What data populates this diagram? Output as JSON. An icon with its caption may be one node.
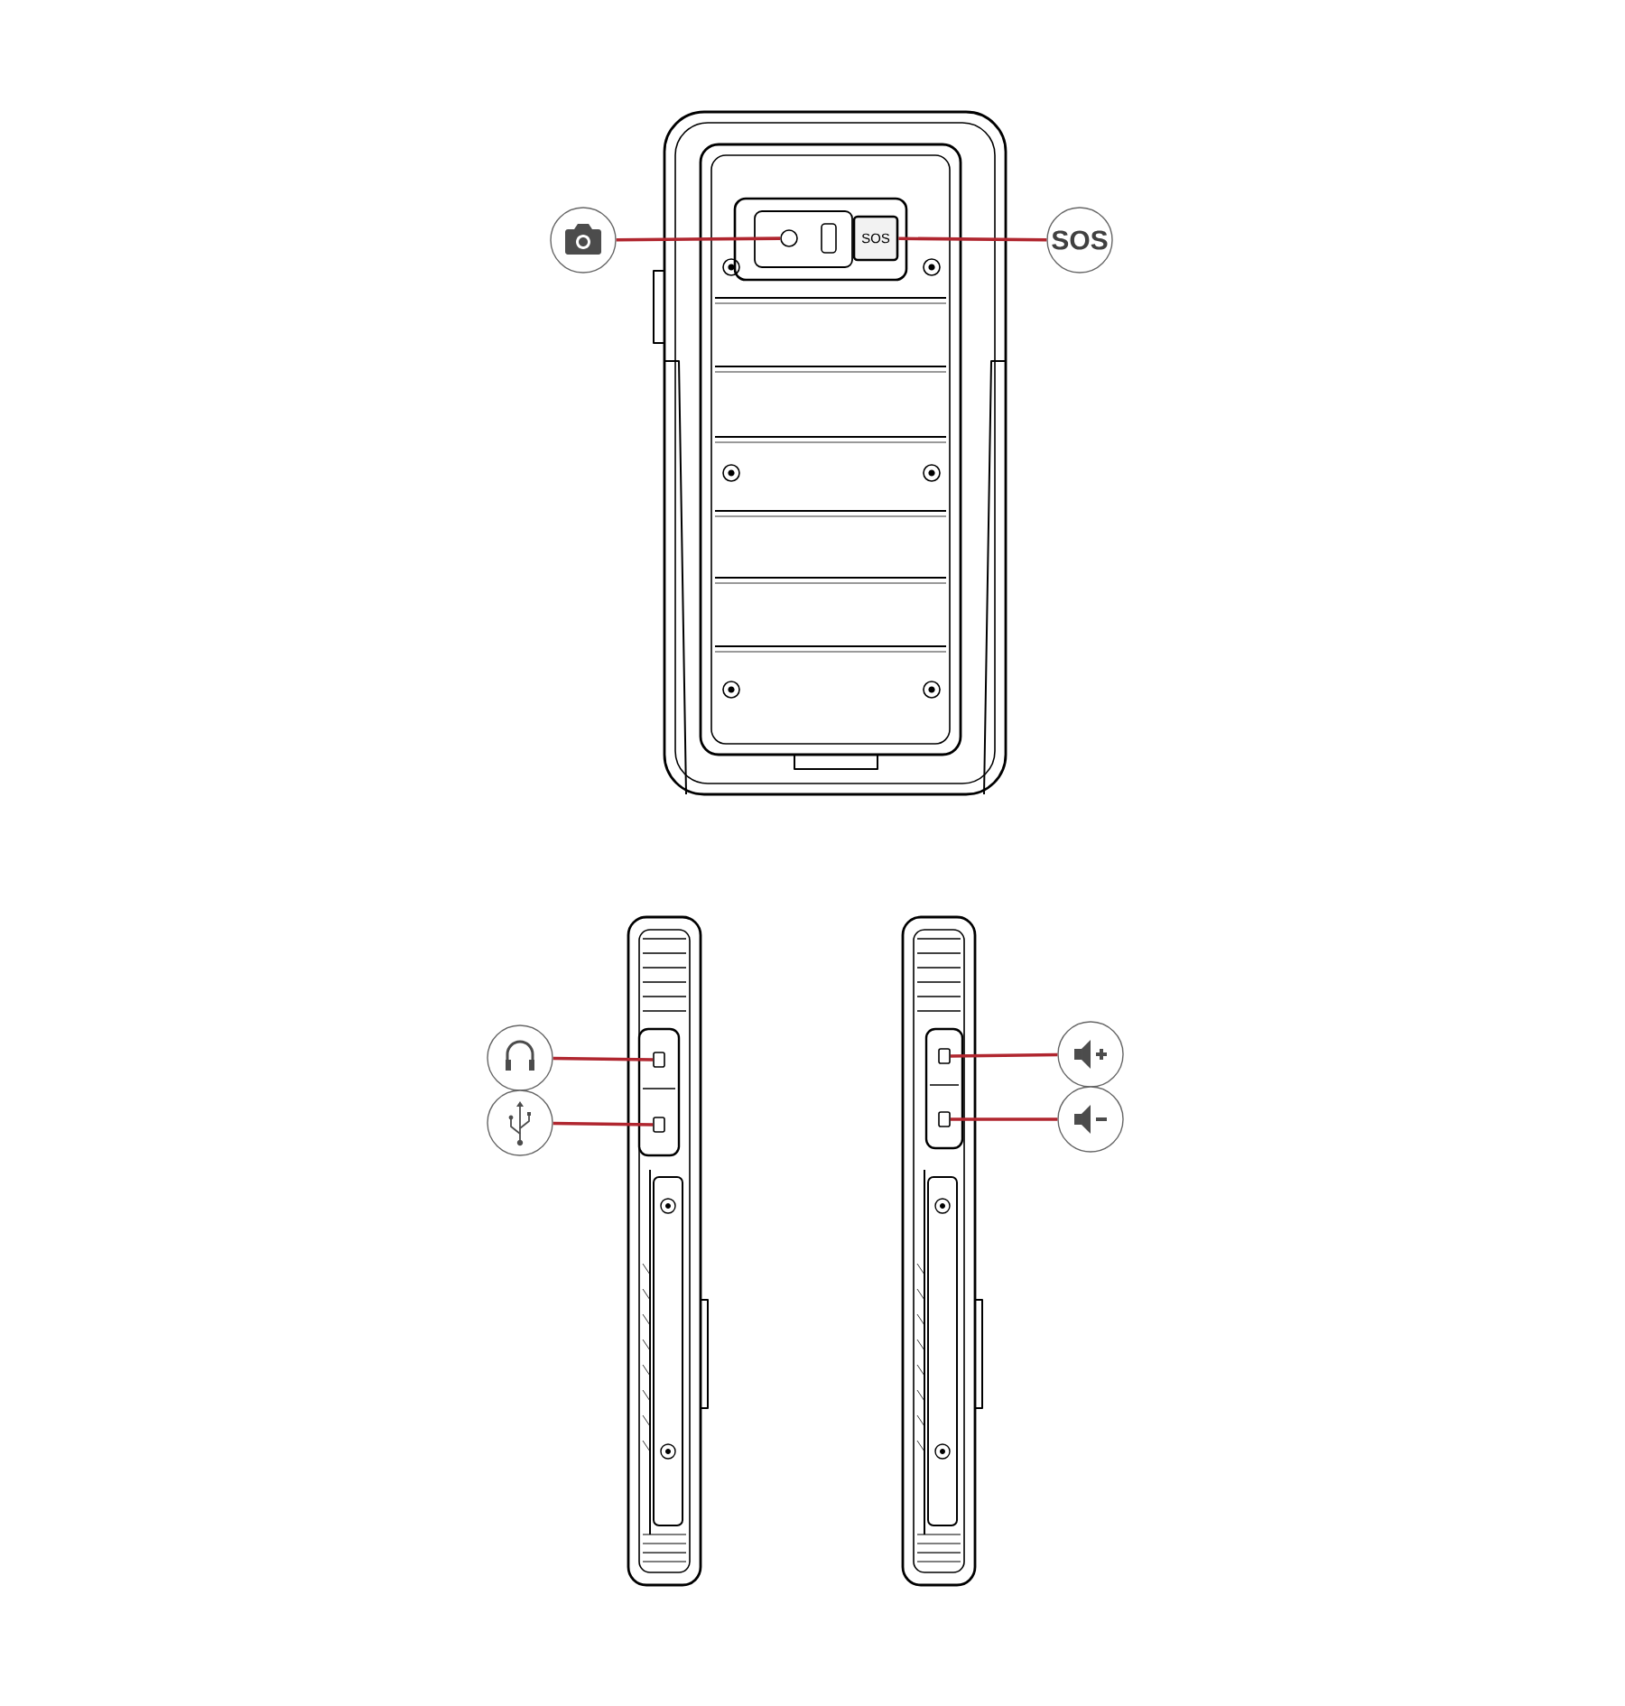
{
  "diagram": {
    "nodes": [
      {
        "text": [],
        "shape": "circle"
      },
      {
        "text": [],
        "shape": "circle"
      },
      {
        "text": [
          "SOS"
        ]
      },
      {
        "text": [
          "SOS"
        ]
      },
      {
        "text": [],
        "shape": "circle"
      },
      {
        "text": [],
        "shape": "box"
      },
      {
        "text": [],
        "shape": "circle"
      },
      {
        "text": [],
        "shape": "box"
      },
      {
        "text": [],
        "shape": "circle"
      },
      {
        "text": [],
        "shape": "box"
      },
      {
        "text": [],
        "shape": "circle"
      },
      {
        "text": [],
        "shape": "box"
      }
    ],
    "edges": [
      {
        "from": 0,
        "to": 1,
        "arrow": "none"
      },
      {
        "from": 3,
        "to": 2,
        "arrow": "none"
      },
      {
        "from": 4,
        "to": 5,
        "arrow": "none"
      },
      {
        "from": 6,
        "to": 7,
        "arrow": "none"
      },
      {
        "from": 8,
        "to": 9,
        "arrow": "none"
      },
      {
        "from": 10,
        "to": 11,
        "arrow": "none"
      }
    ]
  }
}
